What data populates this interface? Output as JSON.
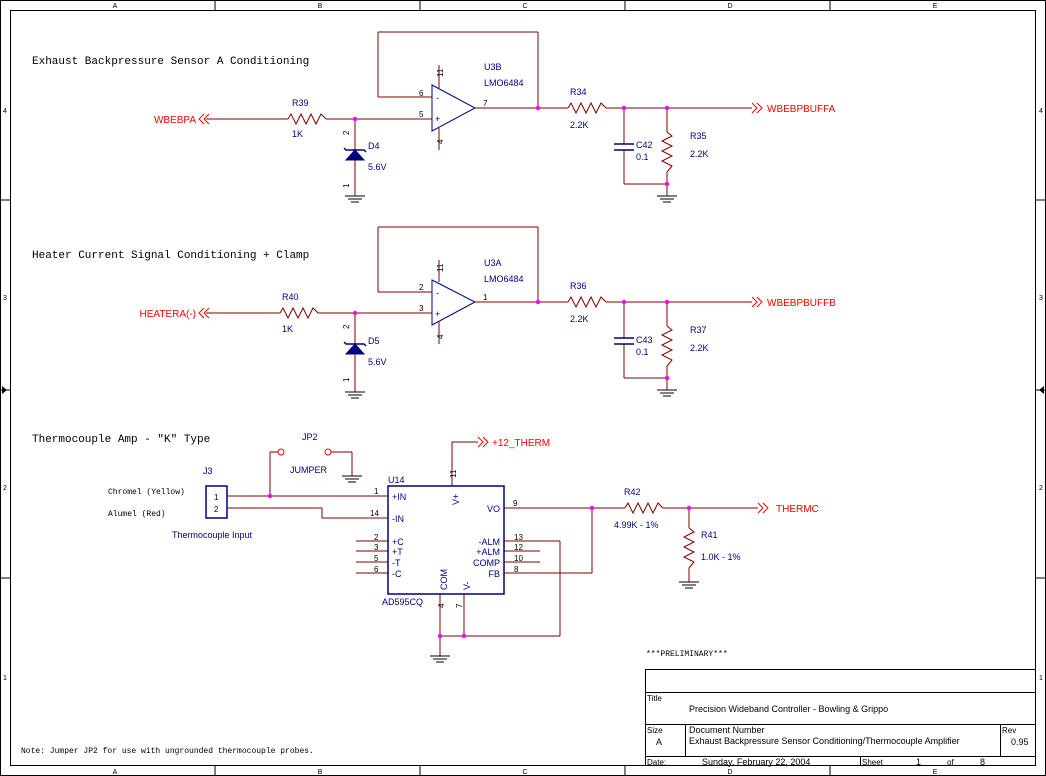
{
  "frame": {
    "cols": [
      "A",
      "B",
      "C",
      "D",
      "E"
    ],
    "rows": [
      "4",
      "3",
      "2",
      "1"
    ]
  },
  "section_a": {
    "heading": "Exhaust Backpressure Sensor A Conditioning",
    "input_label": "WBEBPA",
    "input_resistor": {
      "ref": "R39",
      "value": "1K"
    },
    "zener": {
      "ref": "D4",
      "value": "5.6V",
      "pin_top": "2",
      "pin_bottom": "1"
    },
    "opamp": {
      "ref": "U3B",
      "part": "LMO6484",
      "pin_neg": "6",
      "pin_pos": "5",
      "pin_out": "7",
      "pin_vcc": "11",
      "pin_gnd": "4"
    },
    "series_resistor": {
      "ref": "R34",
      "value": "2.2K"
    },
    "cap": {
      "ref": "C42",
      "value": "0.1"
    },
    "load_resistor": {
      "ref": "R35",
      "value": "2.2K"
    },
    "output_label": "WBEBPBUFFA"
  },
  "section_b": {
    "heading": "Heater Current Signal Conditioning + Clamp",
    "input_label": "HEATERA(-)",
    "input_resistor": {
      "ref": "R40",
      "value": "1K"
    },
    "zener": {
      "ref": "D5",
      "value": "5.6V",
      "pin_top": "2",
      "pin_bottom": "1"
    },
    "opamp": {
      "ref": "U3A",
      "part": "LMO6484",
      "pin_neg": "2",
      "pin_pos": "3",
      "pin_out": "1",
      "pin_vcc": "11",
      "pin_gnd": "4"
    },
    "series_resistor": {
      "ref": "R36",
      "value": "2.2K"
    },
    "cap": {
      "ref": "C43",
      "value": "0.1"
    },
    "load_resistor": {
      "ref": "R37",
      "value": "2.2K"
    },
    "output_label": "WBEBPBUFFB"
  },
  "section_c": {
    "heading": "Thermocouple Amp - \"K\" Type",
    "jumper": {
      "ref": "JP2",
      "label": "JUMPER"
    },
    "connector": {
      "ref": "J3",
      "pin1": "1",
      "pin2": "2",
      "desc": "Thermocouple Input"
    },
    "wire1_label": "Chromel (Yellow)",
    "wire2_label": "Alumel (Red)",
    "supply_label": "+12_THERM",
    "ic": {
      "ref": "U14",
      "part": "AD595CQ",
      "pins": {
        "pos_in": {
          "num": "1",
          "name": "+IN"
        },
        "neg_in": {
          "num": "14",
          "name": "-IN"
        },
        "pos_c": {
          "num": "2",
          "name": "+C"
        },
        "pos_t": {
          "num": "3",
          "name": "+T"
        },
        "neg_t": {
          "num": "5",
          "name": "-T"
        },
        "neg_c": {
          "num": "6",
          "name": "-C"
        },
        "vo": {
          "num": "9",
          "name": "VO"
        },
        "neg_alm": {
          "num": "13",
          "name": "-ALM"
        },
        "pos_alm": {
          "num": "12",
          "name": "+ALM"
        },
        "comp": {
          "num": "10",
          "name": "COMP"
        },
        "fb": {
          "num": "8",
          "name": "FB"
        },
        "vplus": {
          "num": "11",
          "name": "V+"
        },
        "com": {
          "num": "4",
          "name": "COM"
        },
        "vminus": {
          "num": "7",
          "name": "V-"
        }
      }
    },
    "series_resistor": {
      "ref": "R42",
      "value": "4.99K - 1%"
    },
    "load_resistor": {
      "ref": "R41",
      "value": "1.0K - 1%"
    },
    "output_label": "THERMC"
  },
  "note": "Note: Jumper JP2 for use with ungrounded thermocouple probes.",
  "preliminary": "***PRELIMINARY***",
  "title_block": {
    "title_label": "Title",
    "title": "Precision Wideband Controller - Bowling & Grippo",
    "size_label": "Size",
    "size": "A",
    "docnum_label": "Document Number",
    "docnum": "Exhaust Backpressure Sensor Conditioning/Thermocouple Amplifier",
    "rev_label": "Rev",
    "rev": "0.95",
    "date_label": "Date:",
    "date": "Sunday, February 22, 2004",
    "sheet_label": "Sheet",
    "sheet": "1",
    "of_label": "of",
    "of": "8"
  },
  "colors": {
    "wire": "#800000",
    "junction": "#ff00ff",
    "text": "#000080",
    "port": "#ff0000",
    "frame": "#000000"
  }
}
